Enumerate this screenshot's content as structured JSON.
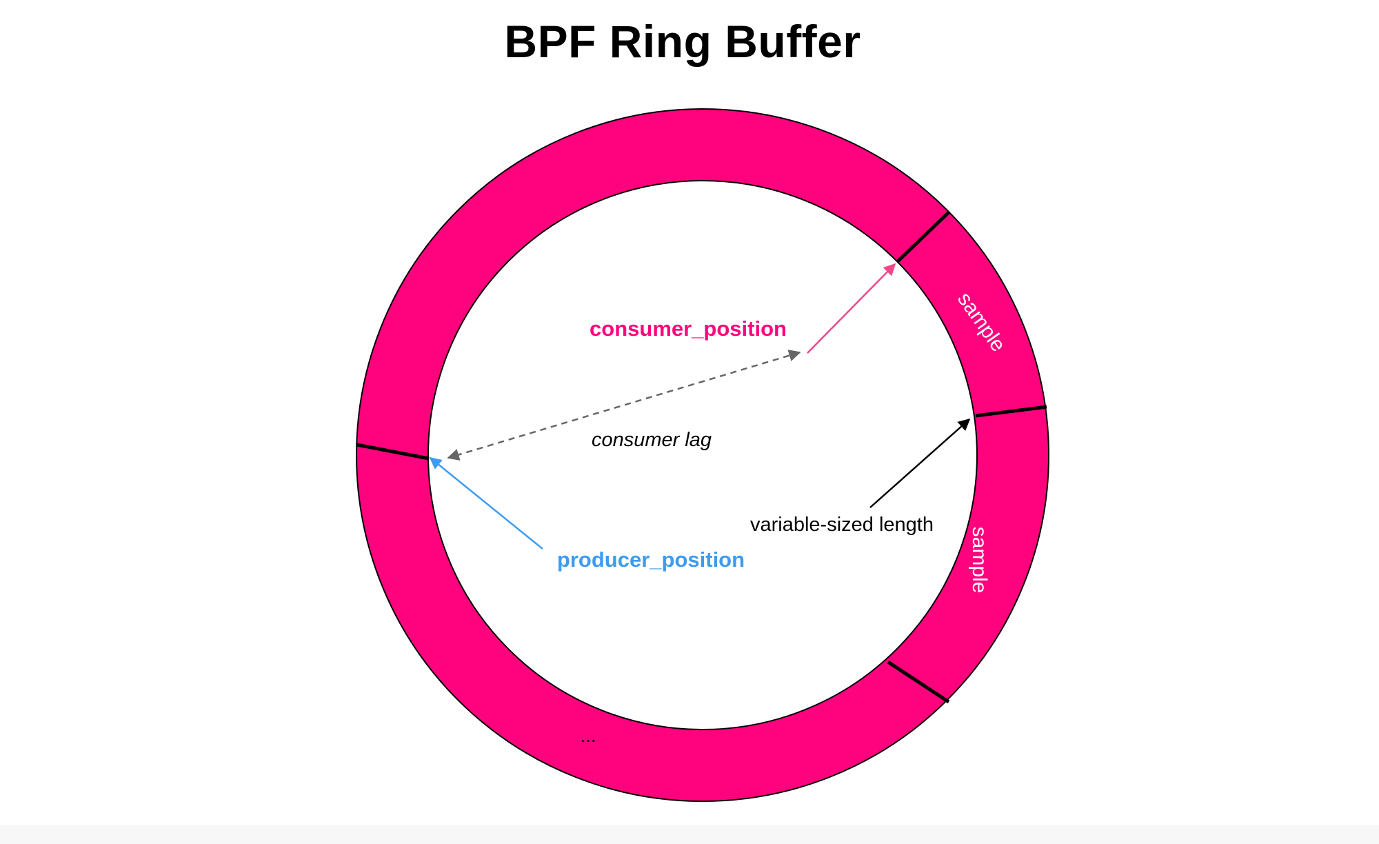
{
  "title": "BPF Ring Buffer",
  "ring": {
    "segments": [
      {
        "label": "sample"
      },
      {
        "label": "sample"
      },
      {
        "label": "..."
      }
    ]
  },
  "labels": {
    "consumer_position": "consumer_position",
    "producer_position": "producer_position",
    "consumer_lag": "consumer lag",
    "variable_sized_length": "variable-sized length"
  },
  "colors": {
    "ring_fill": "#ff037e",
    "consumer": "#ff037e",
    "consumer_arrow": "#f0468c",
    "producer": "#3d9bf0",
    "lag_arrow": "#666666",
    "outline": "#000000",
    "sample_text": "#ffffff"
  }
}
